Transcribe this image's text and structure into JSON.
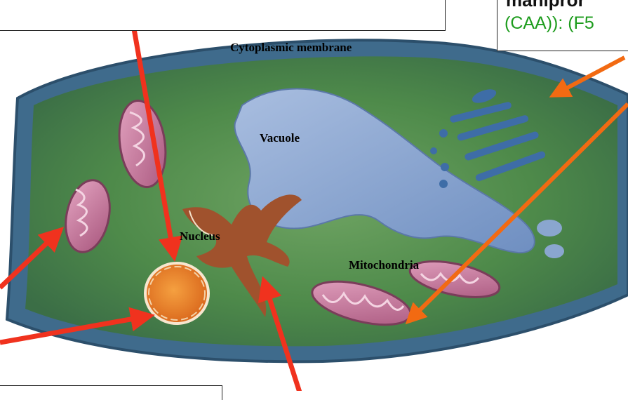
{
  "labels": {
    "cytoplasmic_membrane": "Cytoplasmic  membrane",
    "vacuole": "Vacuole",
    "nucleus": "Nucleus",
    "mitochondria": "Mitochondria"
  },
  "top_right_box": {
    "title_fragment": "manipror",
    "code_fragment": "(CAA)): (F5"
  },
  "colors": {
    "arrow_red": "#f0321e",
    "arrow_orange": "#f26a12",
    "cell_green": "#4e8a4a",
    "membrane_blue": "#3f6b8c",
    "vacuole_blue": "#8fa8cf",
    "nucleus_orange": "#e77a1c",
    "mito_pink": "#c77fa0",
    "code_green": "#1d9c1d"
  }
}
